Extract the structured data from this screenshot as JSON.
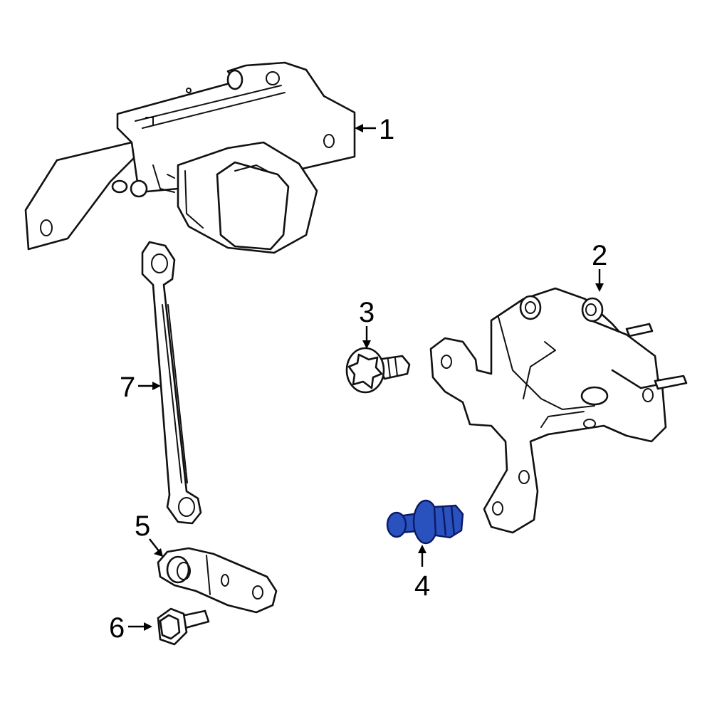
{
  "colors": {
    "highlight": "#2a52be",
    "line": "#111111",
    "background": "#ffffff"
  },
  "callouts": [
    {
      "label": "1",
      "part": "headlamp-level-sensor"
    },
    {
      "label": "2",
      "part": "sensor-bracket"
    },
    {
      "label": "3",
      "part": "bracket-bolt"
    },
    {
      "label": "4",
      "part": "push-pin-clip",
      "highlighted": true
    },
    {
      "label": "5",
      "part": "link-bracket"
    },
    {
      "label": "6",
      "part": "bracket-bolt-lower"
    },
    {
      "label": "7",
      "part": "sensor-link-rod"
    }
  ]
}
